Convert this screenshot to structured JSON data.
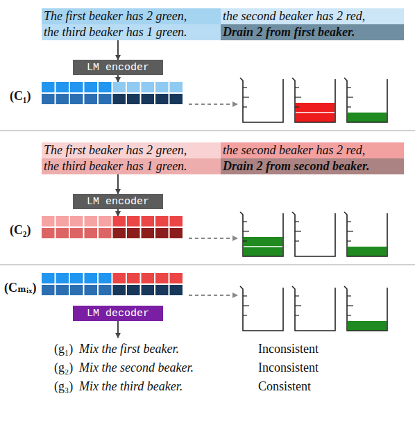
{
  "diagram": {
    "nodes": [
      {
        "text": [
          "The first beaker has 2 green,"
        ]
      },
      {
        "text": [
          "the second beaker has 2 red,"
        ]
      },
      {
        "text": [
          "the third beaker has 1 green."
        ]
      },
      {
        "text": [
          "Drain 2 from first beaker."
        ]
      },
      {
        "text": [
          "LM encoder"
        ]
      },
      {
        "text": [
          "The first beaker has 2 green,"
        ]
      },
      {
        "text": [
          "the second beaker has 2 red,"
        ]
      },
      {
        "text": [
          "the third beaker has 1 green."
        ]
      },
      {
        "text": [
          "Drain 2 from second beaker."
        ]
      },
      {
        "text": [
          "LM encoder"
        ]
      },
      {
        "text": [
          "LM decoder"
        ]
      }
    ],
    "edges": [
      {
        "from": 2,
        "to": 4,
        "arrow": "to"
      },
      {
        "from": 7,
        "to": 9,
        "arrow": "to"
      }
    ],
    "labels": [
      "(C₁)",
      "(C₂)",
      "(Cₘᵢₓ)",
      "(g₁)",
      "Mix the first beaker.",
      "Inconsistent",
      "(g₂)",
      "Mix the second beaker.",
      "Inconsistent",
      "(g₃)",
      "Mix the third beaker.",
      "Consistent"
    ]
  }
}
